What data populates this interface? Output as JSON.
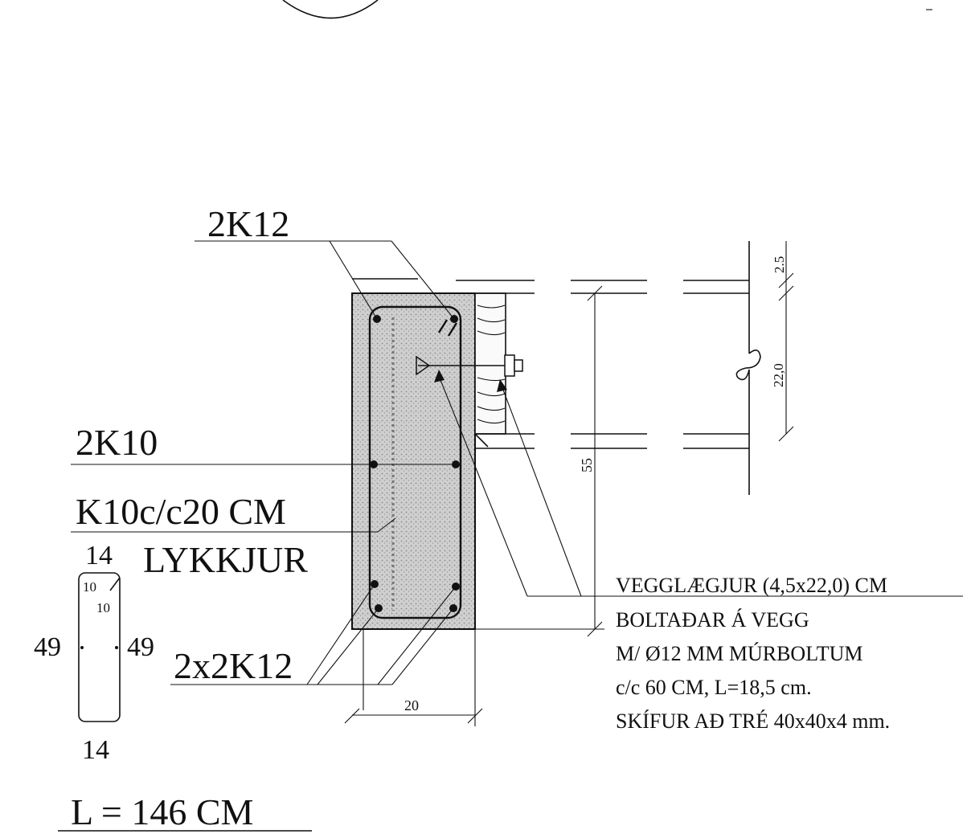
{
  "labels": {
    "top_bars": "2K12",
    "side_bars": "2K10",
    "stirrups_spacing": "K10c/c20 CM",
    "stirrups_word": "LYKKJUR",
    "bottom_bars": "2x2K12",
    "length": "L = 146 CM"
  },
  "stirrup_shape": {
    "top": "14",
    "bottom": "14",
    "left": "49",
    "right": "49",
    "hook_a": "10",
    "hook_b": "10"
  },
  "dimensions": {
    "width": "20",
    "height": "55",
    "ledger_depth": "22,0",
    "offset": "2.5"
  },
  "notes": [
    "VEGGLÆGJUR (4,5x22,0) CM",
    "BOLTAÐAR Á VEGG",
    "M/ Ø12 MM MÚRBOLTUM",
    "c/c 60 CM, L=18,5 cm.",
    "SKÍFUR AÐ TRÉ 40x40x4 mm."
  ]
}
